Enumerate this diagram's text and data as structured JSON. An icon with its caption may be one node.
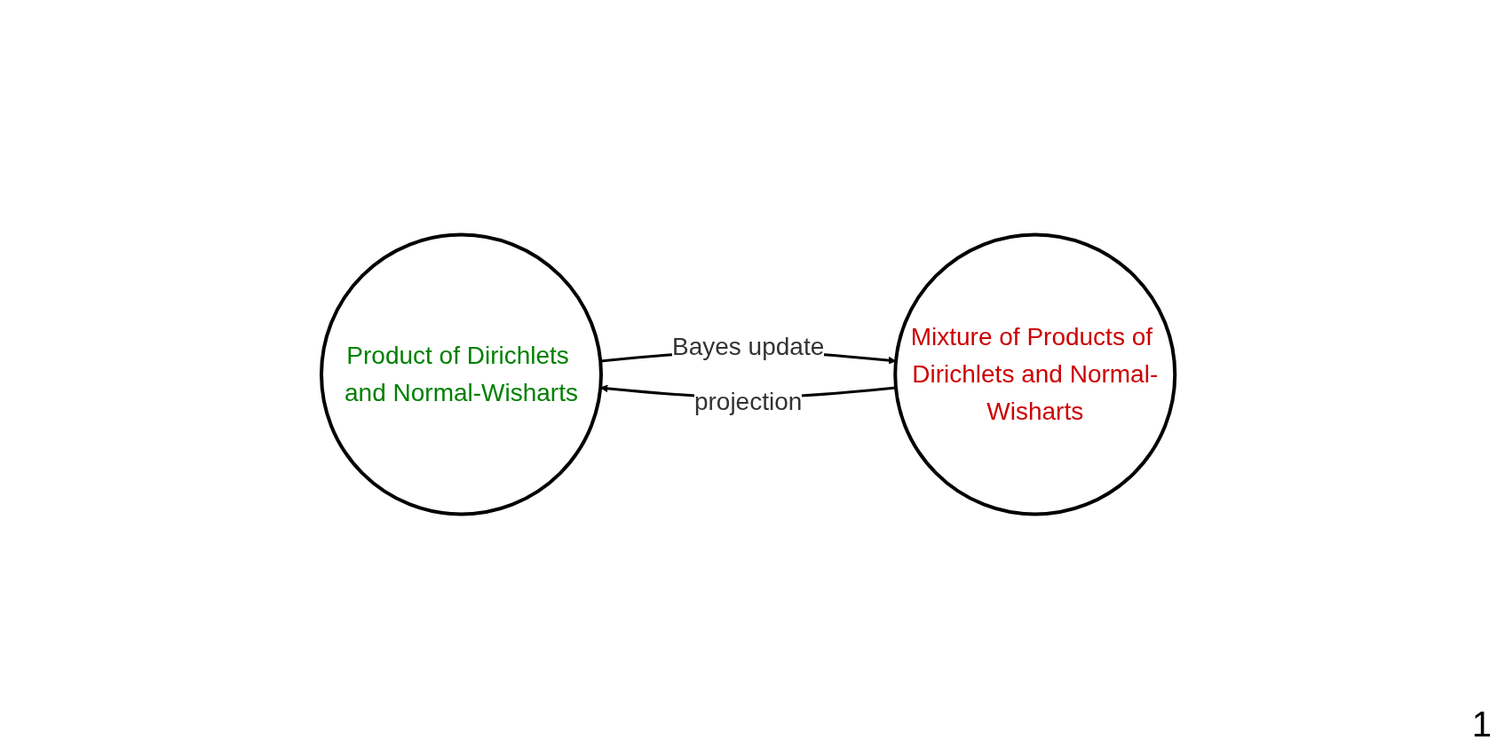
{
  "diagram": {
    "nodes": [
      {
        "text": [
          "Product of Dirichlets and Normal-Wisharts"
        ]
      },
      {
        "text": [
          "Mixture of Products of Dirichlets and Normal-Wisharts"
        ]
      }
    ],
    "edges": [
      {
        "from": 0,
        "to": 1,
        "label": "Bayes update",
        "arrow": "to"
      },
      {
        "from": 1,
        "to": 0,
        "label": "projection",
        "arrow": "to"
      }
    ],
    "labels": [
      "1"
    ]
  }
}
